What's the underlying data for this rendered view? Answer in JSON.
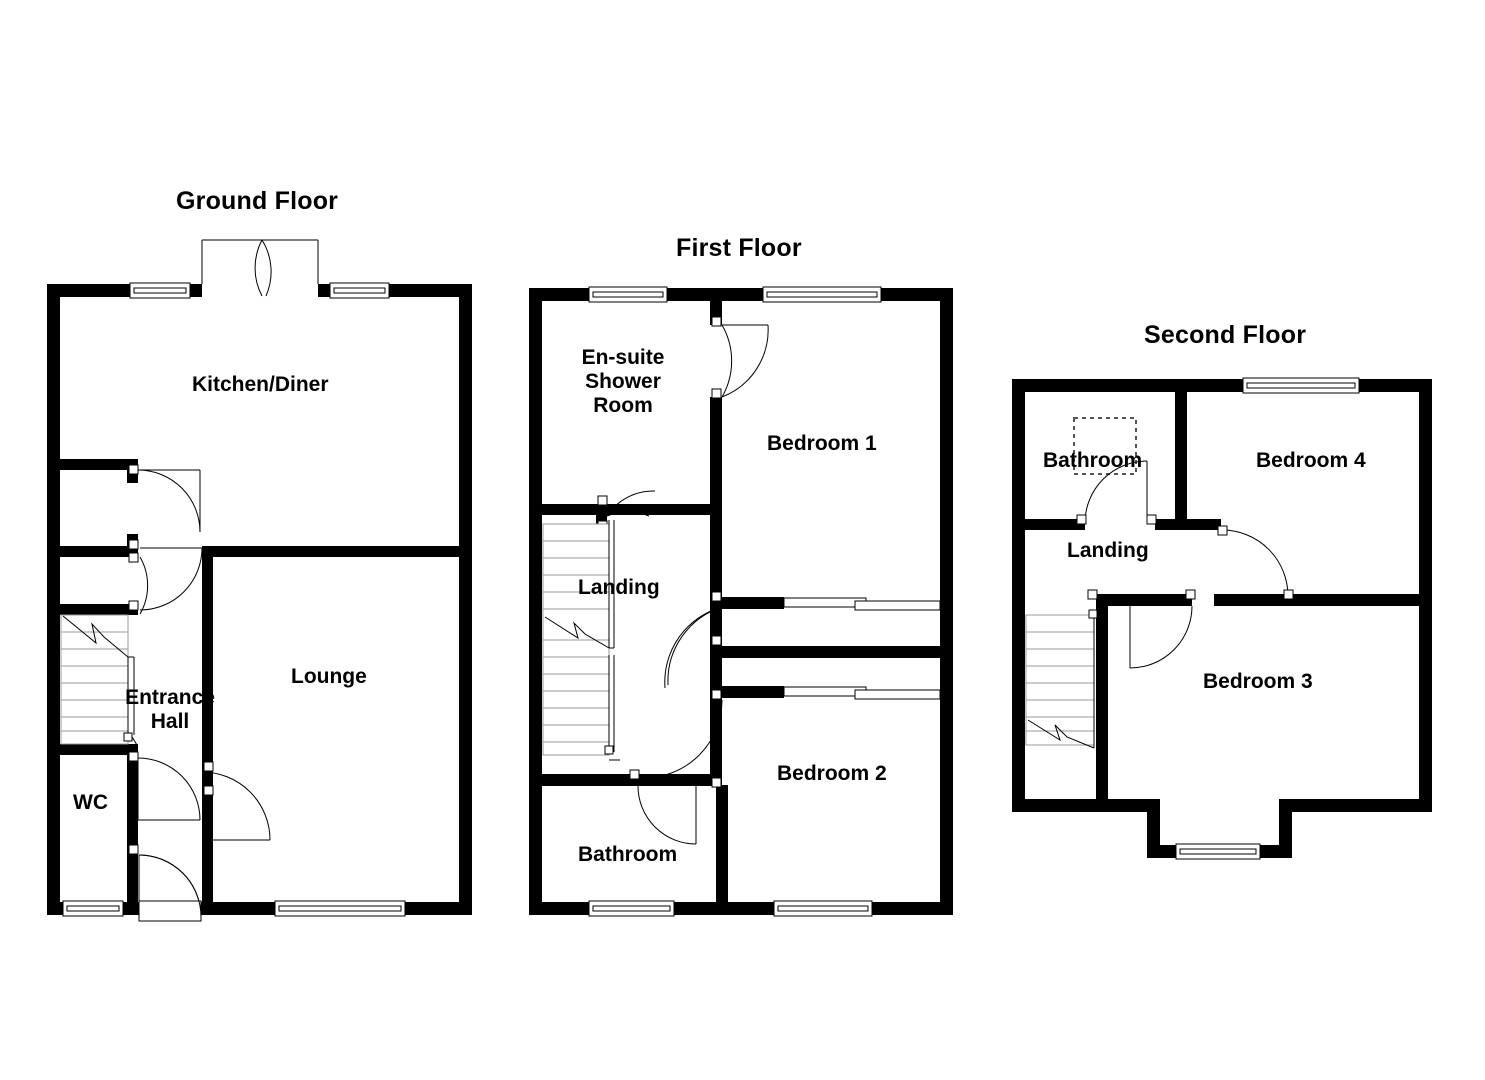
{
  "document": {
    "type": "floor-plan",
    "background_color": "#ffffff",
    "wall_color": "#000000",
    "line_color": "#000000",
    "text_color": "#000000"
  },
  "floors": [
    {
      "id": "ground",
      "title": "Ground Floor",
      "rooms": [
        {
          "id": "kitchen-diner",
          "label": "Kitchen/Diner"
        },
        {
          "id": "lounge",
          "label": "Lounge"
        },
        {
          "id": "entrance-hall",
          "label": "Entrance\nHall",
          "line1": "Entrance",
          "line2": "Hall"
        },
        {
          "id": "wc",
          "label": "WC"
        }
      ]
    },
    {
      "id": "first",
      "title": "First Floor",
      "rooms": [
        {
          "id": "en-suite-shower-room",
          "label": "En-suite Shower Room",
          "line1": "En-suite",
          "line2": "Shower",
          "line3": "Room"
        },
        {
          "id": "bedroom-1",
          "label": "Bedroom 1"
        },
        {
          "id": "landing-first",
          "label": "Landing"
        },
        {
          "id": "bedroom-2",
          "label": "Bedroom 2"
        },
        {
          "id": "bathroom-first",
          "label": "Bathroom"
        }
      ]
    },
    {
      "id": "second",
      "title": "Second Floor",
      "rooms": [
        {
          "id": "bathroom-second",
          "label": "Bathroom"
        },
        {
          "id": "bedroom-4",
          "label": "Bedroom 4"
        },
        {
          "id": "landing-second",
          "label": "Landing"
        },
        {
          "id": "bedroom-3",
          "label": "Bedroom 3"
        }
      ]
    }
  ],
  "titles": {
    "ground": "Ground Floor",
    "first": "First Floor",
    "second": "Second Floor"
  },
  "labels": {
    "kitchen_diner": "Kitchen/Diner",
    "lounge": "Lounge",
    "entrance_hall_line1": "Entrance",
    "entrance_hall_line2": "Hall",
    "wc": "WC",
    "ensuite_line1": "En-suite",
    "ensuite_line2": "Shower",
    "ensuite_line3": "Room",
    "bedroom_1": "Bedroom 1",
    "landing_first": "Landing",
    "bedroom_2": "Bedroom 2",
    "bathroom_first": "Bathroom",
    "bathroom_second": "Bathroom",
    "bedroom_4": "Bedroom 4",
    "landing_second": "Landing",
    "bedroom_3": "Bedroom 3"
  }
}
